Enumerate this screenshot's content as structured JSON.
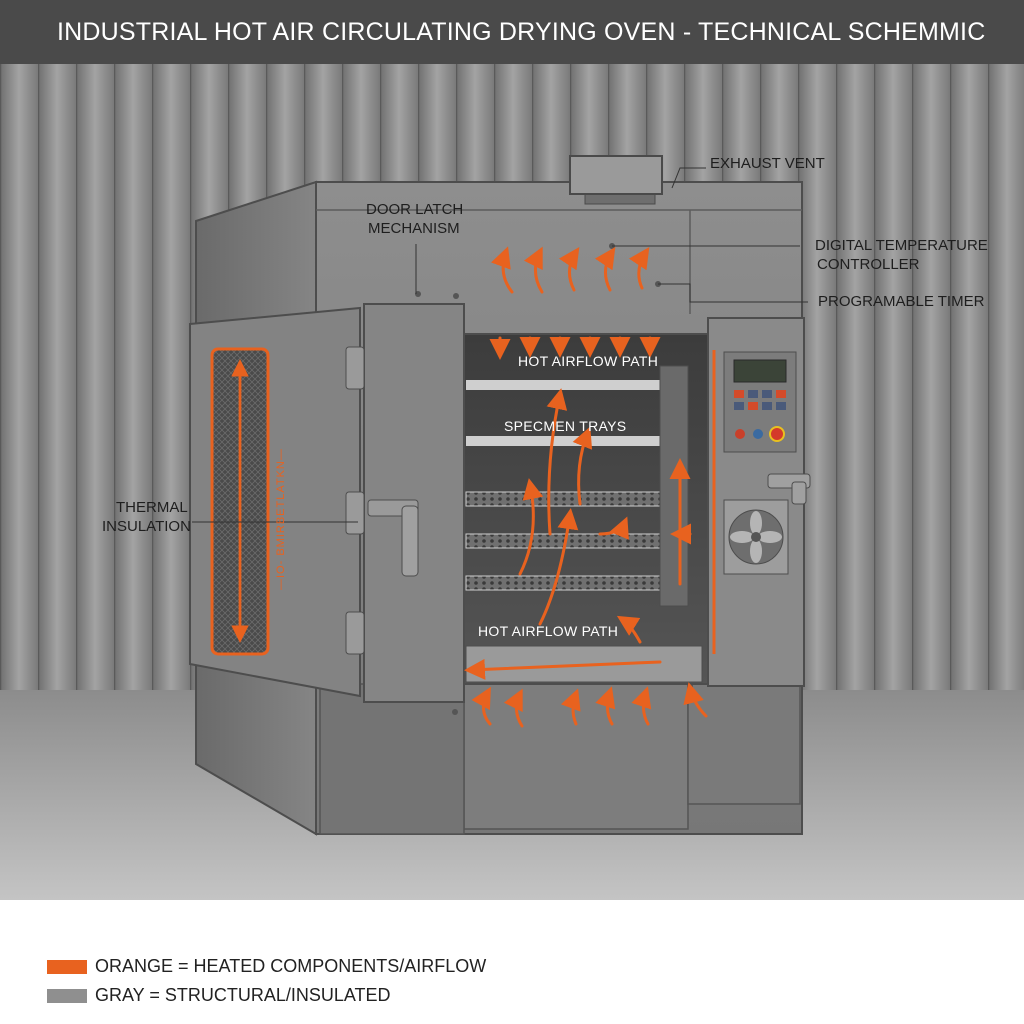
{
  "title": "INDUSTRIAL HOT AIR CIRCULATING DRYING OVEN - TECHNICAL SCHEMMIC",
  "colors": {
    "heated": "#e8621f",
    "structural": "#8f8f8f",
    "title_bar": "#4a4a4a"
  },
  "labels": {
    "exhaust_vent": "EXHAUST VENT",
    "door_latch_1": "DOOR LATCH",
    "door_latch_2": "MECHANISM",
    "digital_temp_1": "DIGITAL TEMPERATURE",
    "digital_temp_2": "CONTROLLER",
    "timer": "PROGRAMABLE TIMER",
    "thermal_1": "THERMAL",
    "thermal_2": "INSULATION",
    "hot_airflow_top": "HOT AIRFLOW PATH",
    "specimen_trays": "SPECMEN TRAYS",
    "hot_airflow_bottom": "HOT AIRFLOW PATH",
    "insulation_vertical": "—IO- BMIRBETLATKN—"
  },
  "legend": [
    {
      "text": "ORANGE = HEATED COMPONENTS/AIRFLOW",
      "color": "#e8621f"
    },
    {
      "text": "GRAY = STRUCTURAL/INSULATED",
      "color": "#8f8f8f"
    }
  ]
}
